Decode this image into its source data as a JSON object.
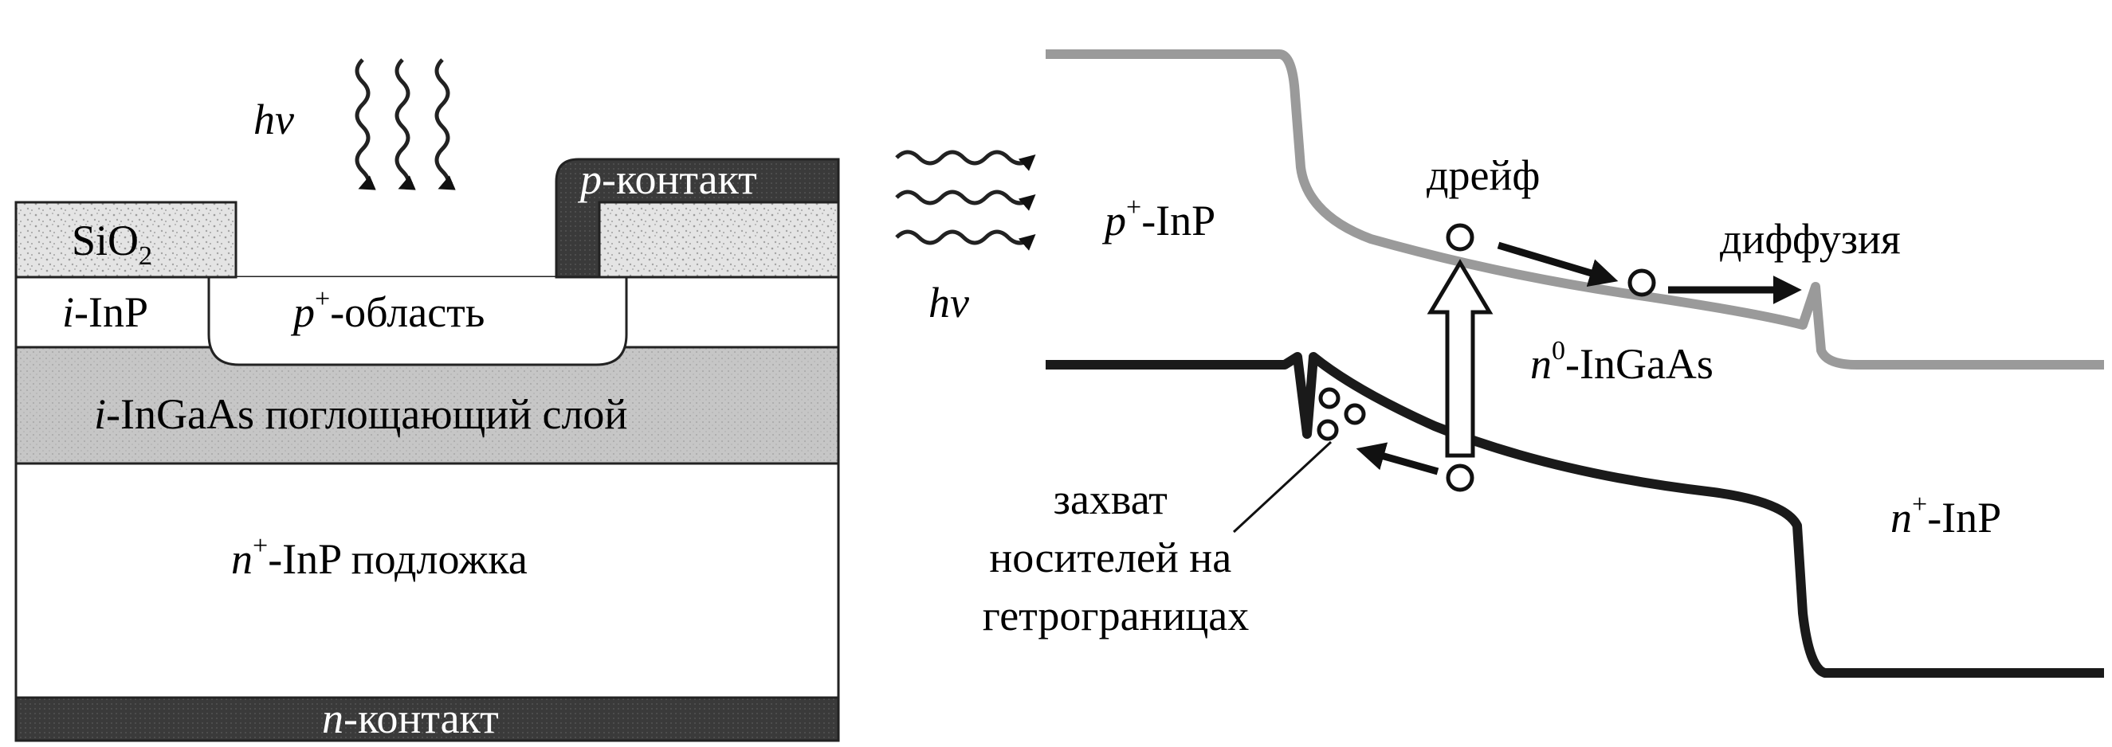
{
  "structure": {
    "photon_label": "hν",
    "sio2": {
      "base": "SiO",
      "sub": "2"
    },
    "p_contact": {
      "italic": "p",
      "rest": "-контакт"
    },
    "i_inp": {
      "italic": "i",
      "rest": "-InP"
    },
    "p_region": {
      "italic": "p",
      "sup": "+",
      "rest": "-область"
    },
    "absorber": {
      "italic": "i",
      "rest": "-InGaAs поглощающий слой"
    },
    "substrate": {
      "italic": "n",
      "sup": "+",
      "rest": "-InP подложка"
    },
    "n_contact": {
      "italic": "n",
      "rest": "-контакт"
    }
  },
  "band_diagram": {
    "photon_label": "hν",
    "p_inp": {
      "italic": "p",
      "sup": "+",
      "rest": "-InP"
    },
    "drift": "дрейф",
    "diffusion": "диффузия",
    "n0_ingaas": {
      "italic": "n",
      "sup": "0",
      "rest": "-InGaAs"
    },
    "n_inp": {
      "italic": "n",
      "sup": "+",
      "rest": "-InP"
    },
    "trapping": [
      "захват",
      "носителей на",
      "гетрограницах"
    ]
  },
  "colors": {
    "conduction_band": "#9a9a9a",
    "valence_band": "#1a1a1a",
    "contact": "#3c3c3c",
    "absorber_fill": "#c4c4c4",
    "oxide_fill": "#e2e2e2"
  }
}
